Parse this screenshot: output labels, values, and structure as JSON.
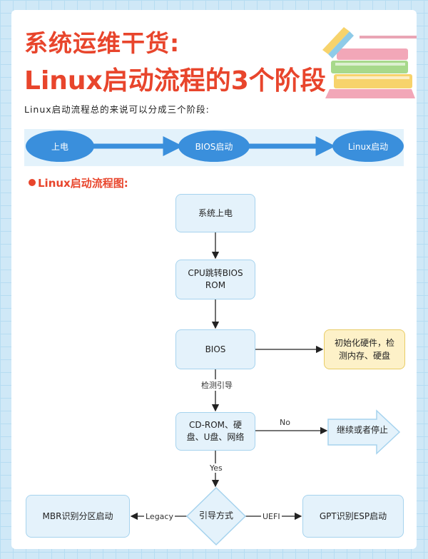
{
  "header": {
    "title_line1": "系统运维干货:",
    "title_line2": "Linux启动流程的3个阶段"
  },
  "intro_text": "Linux启动流程总的来说可以分成三个阶段:",
  "stages": [
    "上电",
    "BIOS启动",
    "Linux启动"
  ],
  "section_title": "Linux启动流程图:",
  "flow": {
    "power_on": "系统上电",
    "cpu_jump_line1": "CPU跳转BIOS",
    "cpu_jump_line2": "ROM",
    "bios": "BIOS",
    "init_line1": "初始化硬件，检",
    "init_line2": "测内存、硬盘",
    "detect_boot": "检测引导",
    "devices_line1": "CD-ROM、硬",
    "devices_line2": "盘、U盘、网络",
    "no_label": "No",
    "continue_or_stop": "继续或者停止",
    "yes_label": "Yes",
    "boot_mode": "引导方式",
    "legacy_label": "Legacy",
    "uefi_label": "UEFI",
    "mbr": "MBR识别分区启动",
    "gpt": "GPT识别ESP启动"
  },
  "colors": {
    "title": "#e8452c",
    "stage_fill": "#3a8fdc",
    "node_fill": "#e4f2fb",
    "node_border": "#a6d3ee",
    "note_fill": "#fdf1c8"
  }
}
